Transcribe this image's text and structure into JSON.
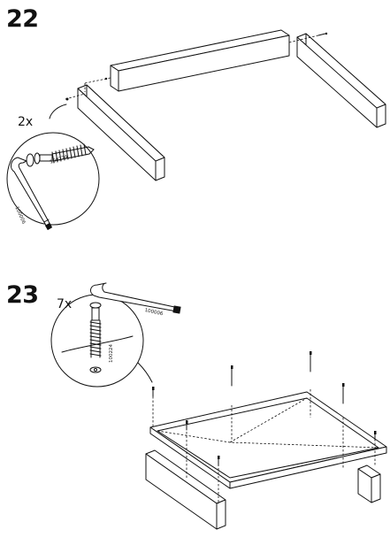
{
  "steps": [
    {
      "number": "22",
      "quantity": "2x",
      "parts": {
        "screw": "100224",
        "allen_key": "100006"
      }
    },
    {
      "number": "23",
      "quantity": "7x",
      "parts": {
        "screw": "100224",
        "allen_key": "100006"
      }
    }
  ],
  "icons": [
    "allen-key-icon",
    "screw-icon",
    "washer-icon",
    "magnifier-callout-icon"
  ],
  "colors": {
    "ink": "#111111",
    "paper": "#ffffff"
  }
}
